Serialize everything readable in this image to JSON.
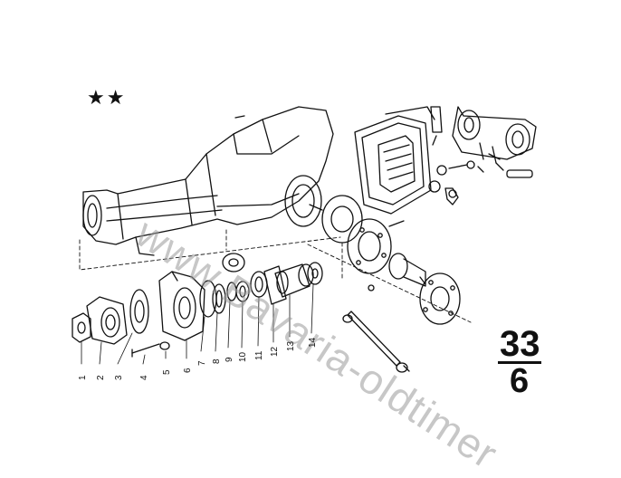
{
  "marks": {
    "stars": "★★",
    "group_top": "33",
    "group_bottom": "6",
    "watermark": "www.Bavaria-oldtimer"
  },
  "callouts": [
    "1",
    "2",
    "3",
    "4",
    "5",
    "6",
    "7",
    "8",
    "9",
    "10",
    "11",
    "12",
    "13",
    "14"
  ],
  "colors": {
    "ink": "#111111",
    "watermark": "#9a9a9a",
    "paper": "#ffffff"
  }
}
